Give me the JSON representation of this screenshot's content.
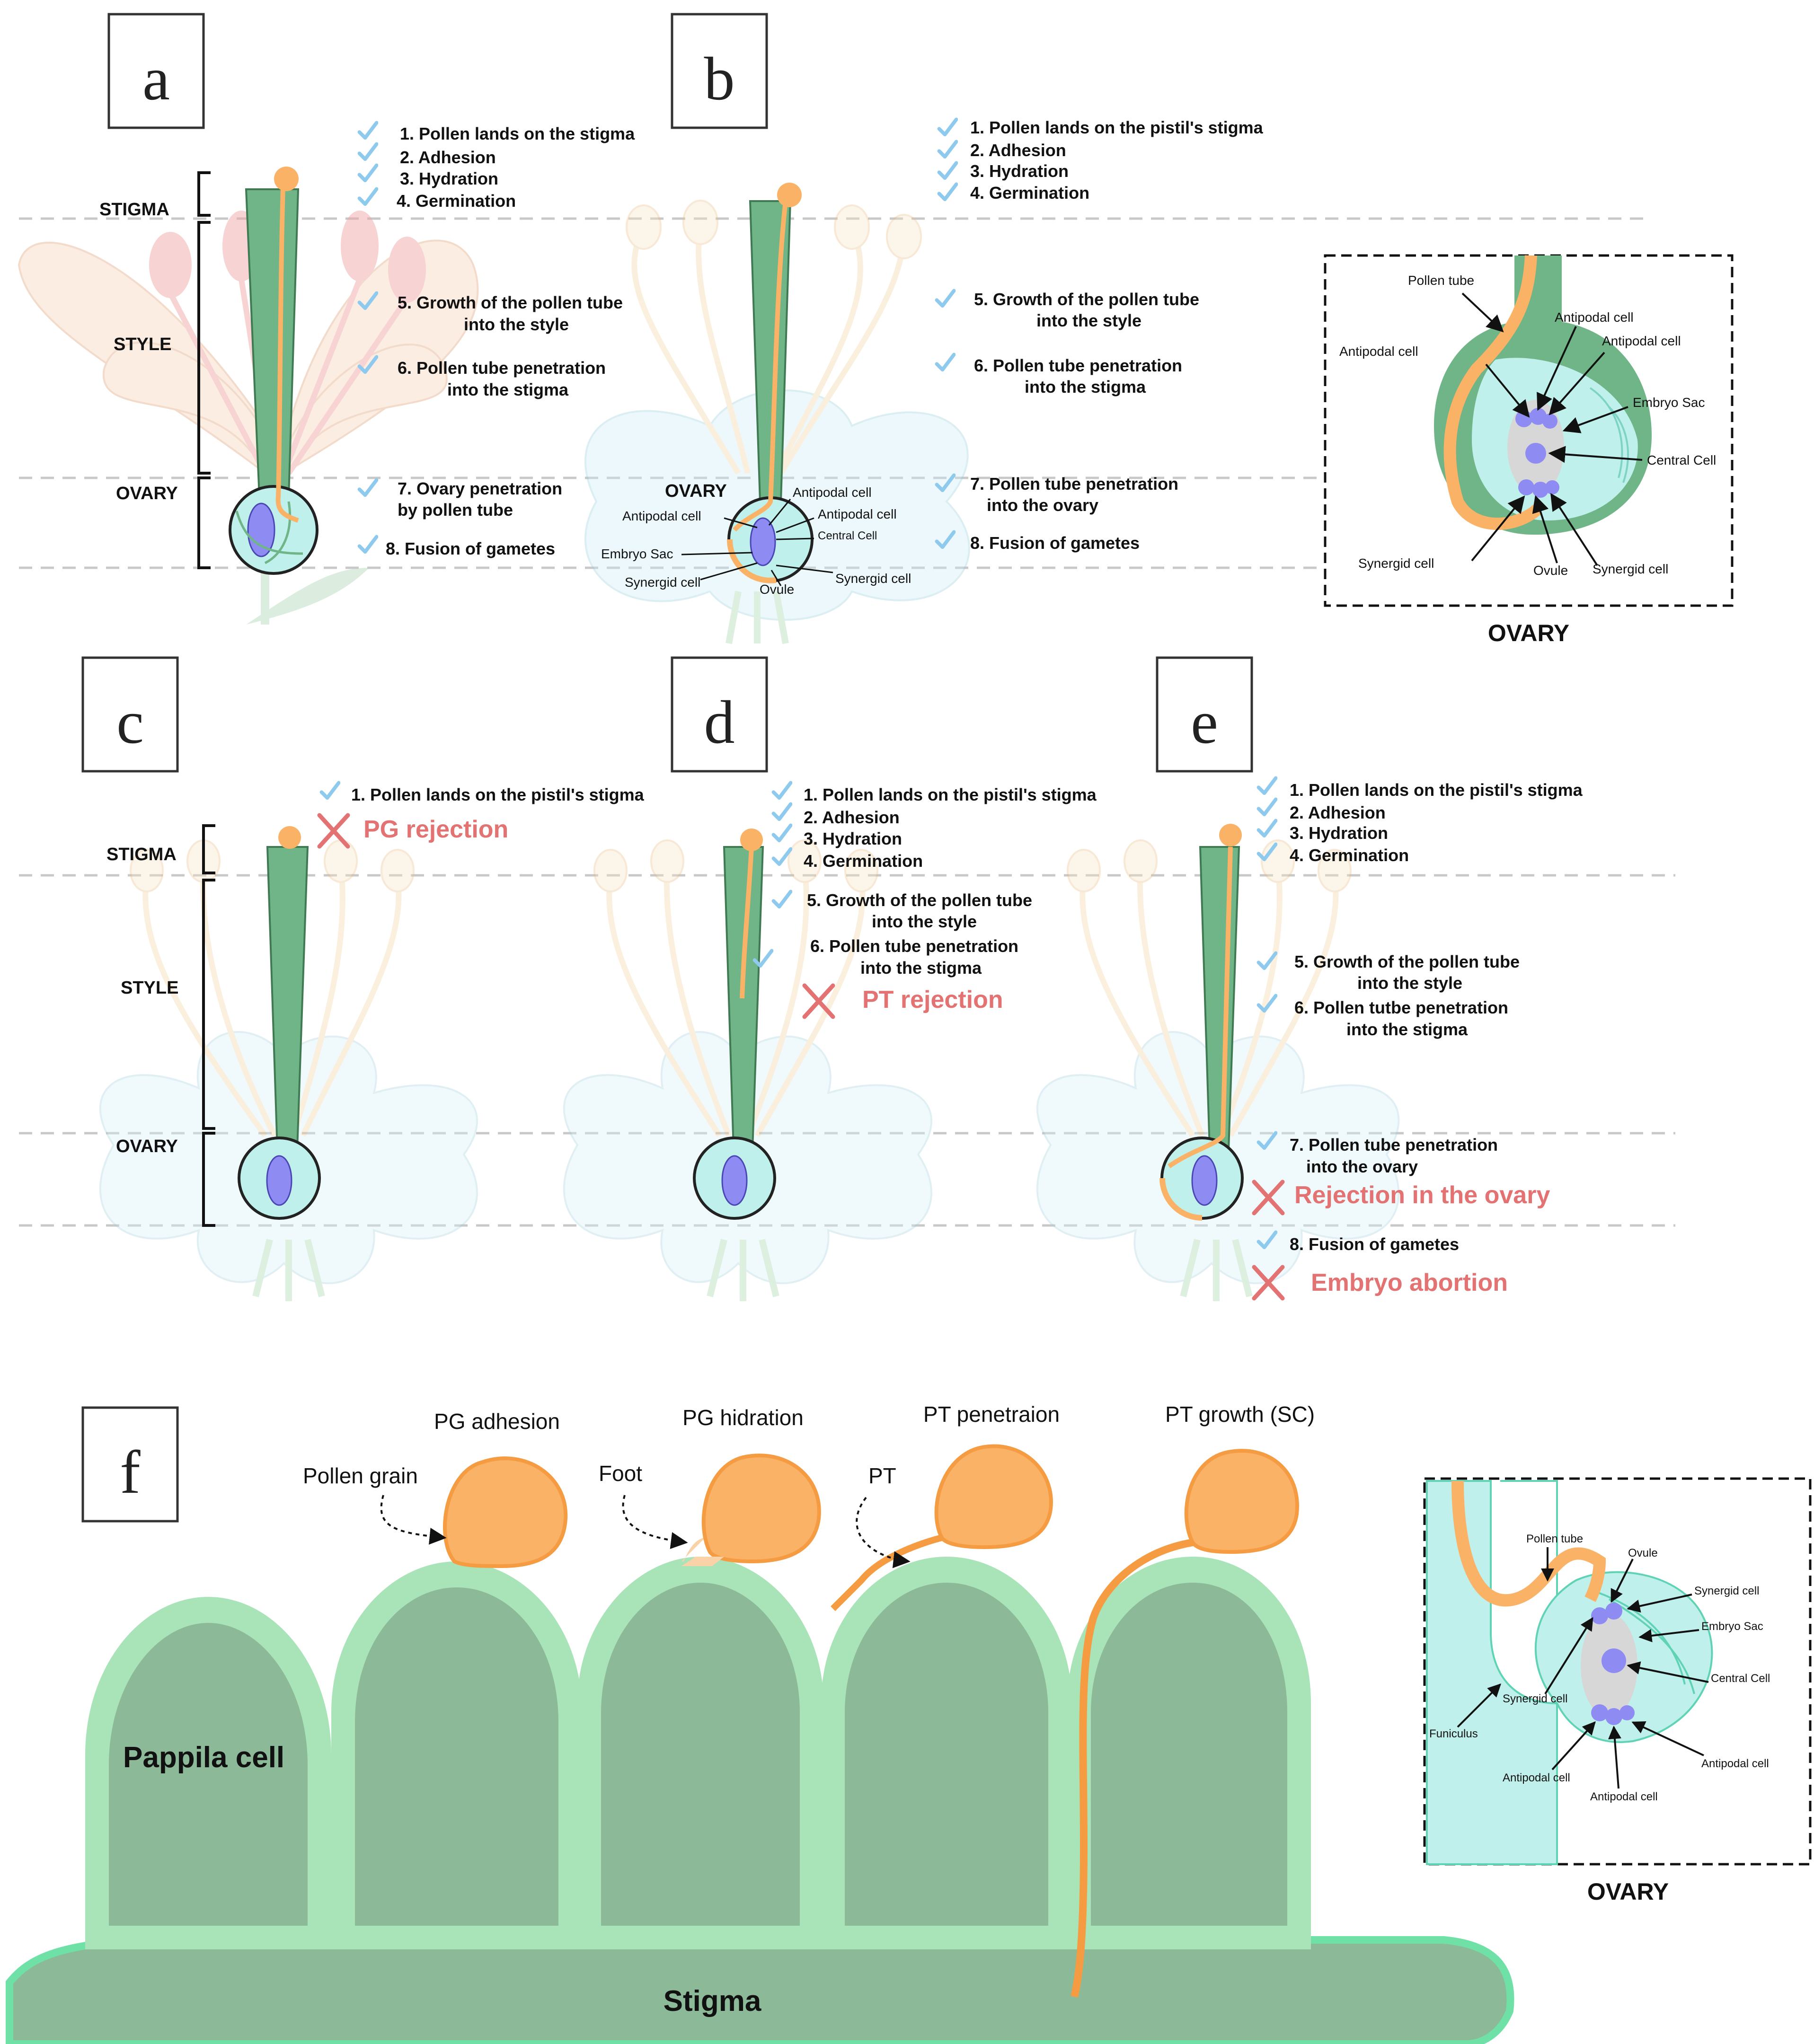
{
  "colors": {
    "pistil": "#6fb587",
    "pollen": "#f9b266",
    "ovary_fill": "#bff0ec",
    "embryo": "#d7d7d7",
    "cell": "#8e8bf2",
    "reject": "#e37272",
    "check": "#8ec9ee",
    "papilla_outer": "#a9e3b8",
    "papilla_inner": "#8cb997",
    "stigma_base": "#8cb997"
  },
  "panels": {
    "a": {
      "label": "a",
      "regions": {
        "stigma": "STIGMA",
        "style": "STYLE",
        "ovary": "OVARY"
      },
      "steps": [
        "1. Pollen lands on the stigma",
        "2. Adhesion",
        "3. Hydration",
        "4. Germination",
        "5. Growth of the pollen tube",
        "into the style",
        "6. Pollen tube penetration",
        "into the stigma",
        "7. Ovary penetration",
        "by pollen tube",
        "8. Fusion of gametes"
      ]
    },
    "b": {
      "label": "b",
      "region": "OVARY",
      "steps": [
        "1. Pollen lands on the pistil's stigma",
        "2. Adhesion",
        "3. Hydration",
        "4. Germination",
        "5. Growth of the pollen tube",
        "into the style",
        "6. Pollen tube penetration",
        "into the stigma",
        "7. Pollen tube penetration",
        "into the ovary",
        "8. Fusion of gametes"
      ],
      "ovary_labels": [
        "Antipodal cell",
        "Antipodal cell",
        "Antipodal cell",
        "Central Cell",
        "Embryo Sac",
        "Synergid cell",
        "Synergid cell",
        "Ovule"
      ]
    },
    "b_inset": {
      "title": "OVARY",
      "labels": [
        "Pollen tube",
        "Antipodal cell",
        "Antipodal cell",
        "Antipodal cell",
        "Embryo Sac",
        "Central Cell",
        "Synergid cell",
        "Ovule",
        "Synergid cell"
      ]
    },
    "c": {
      "label": "c",
      "regions": {
        "stigma": "STIGMA",
        "style": "STYLE",
        "ovary": "OVARY"
      },
      "steps": [
        "1. Pollen lands on the pistil's stigma"
      ],
      "rejection": "PG rejection"
    },
    "d": {
      "label": "d",
      "steps": [
        "1. Pollen lands on the pistil's stigma",
        "2. Adhesion",
        "3. Hydration",
        "4. Germination",
        "5. Growth of the pollen tube",
        "into the style",
        "6. Pollen tube penetration",
        "into the stigma"
      ],
      "rejection": "PT rejection"
    },
    "e": {
      "label": "e",
      "steps": [
        "1. Pollen lands on the pistil's stigma",
        "2. Adhesion",
        "3. Hydration",
        "4. Germination",
        "5. Growth of the pollen tube",
        "into the style",
        "6. Pollen tutbe penetration",
        "into the stigma",
        "7. Pollen tube penetration",
        "into the ovary",
        "8. Fusion of gametes"
      ],
      "rejections": [
        "Rejection in the ovary",
        "Embryo abortion"
      ]
    },
    "f": {
      "label": "f",
      "stages": [
        "PG adhesion",
        "PG hidration",
        "PT penetraion",
        "PT growth (SC)"
      ],
      "callouts": [
        "Pollen grain",
        "Foot",
        "PT"
      ],
      "papilla": "Pappila cell",
      "stigma": "Stigma",
      "inset": {
        "title": "OVARY",
        "labels": [
          "Pollen tube",
          "Ovule",
          "Synergid cell",
          "Embryo Sac",
          "Synergid cell",
          "Central Cell",
          "Funiculus",
          "Antipodal cell",
          "Antipodal cell",
          "Antipodal cell"
        ]
      }
    }
  }
}
